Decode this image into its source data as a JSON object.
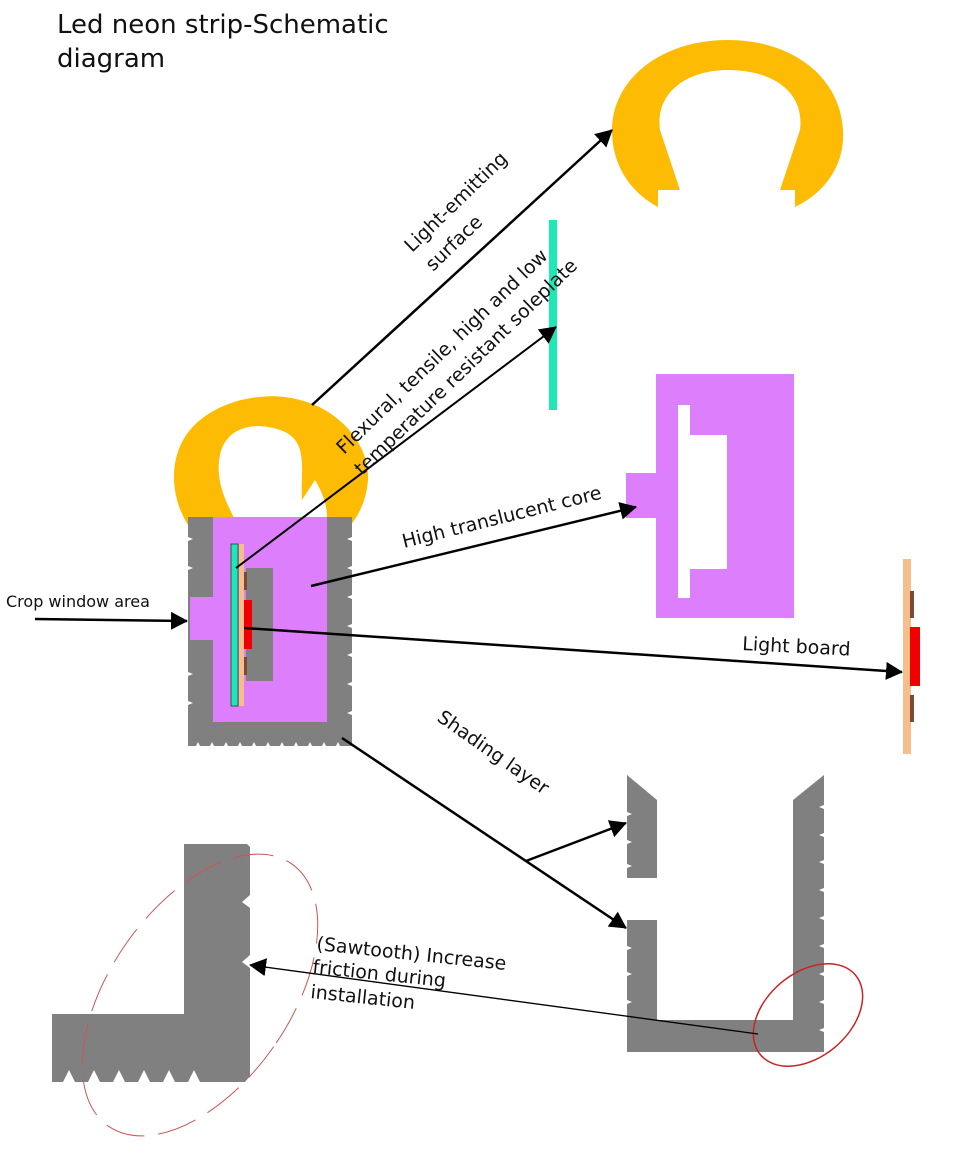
{
  "title_line1": "Led neon strip-Schematic",
  "title_line2": "diagram",
  "labels": {
    "light_emitting_1": "Light-emitting",
    "light_emitting_2": "surface",
    "soleplate_1": "Flexural, tensile, high and low",
    "soleplate_2": "temperature resistant soleplate",
    "core": "High translucent core",
    "crop": "Crop window area",
    "board": "Light board",
    "shading": "Shading layer",
    "saw_1": "(Sawtooth) Increase",
    "saw_2": "friction during",
    "saw_3": "installation"
  },
  "colors": {
    "cover": "#FDBB04",
    "core": "#DD7EFC",
    "shade": "#808080",
    "soleplate": "#1EE8B4",
    "board": "#F6BE8A",
    "led": "#F00000",
    "resistor": "#7A4A33",
    "ellipse": "#CC2222"
  }
}
